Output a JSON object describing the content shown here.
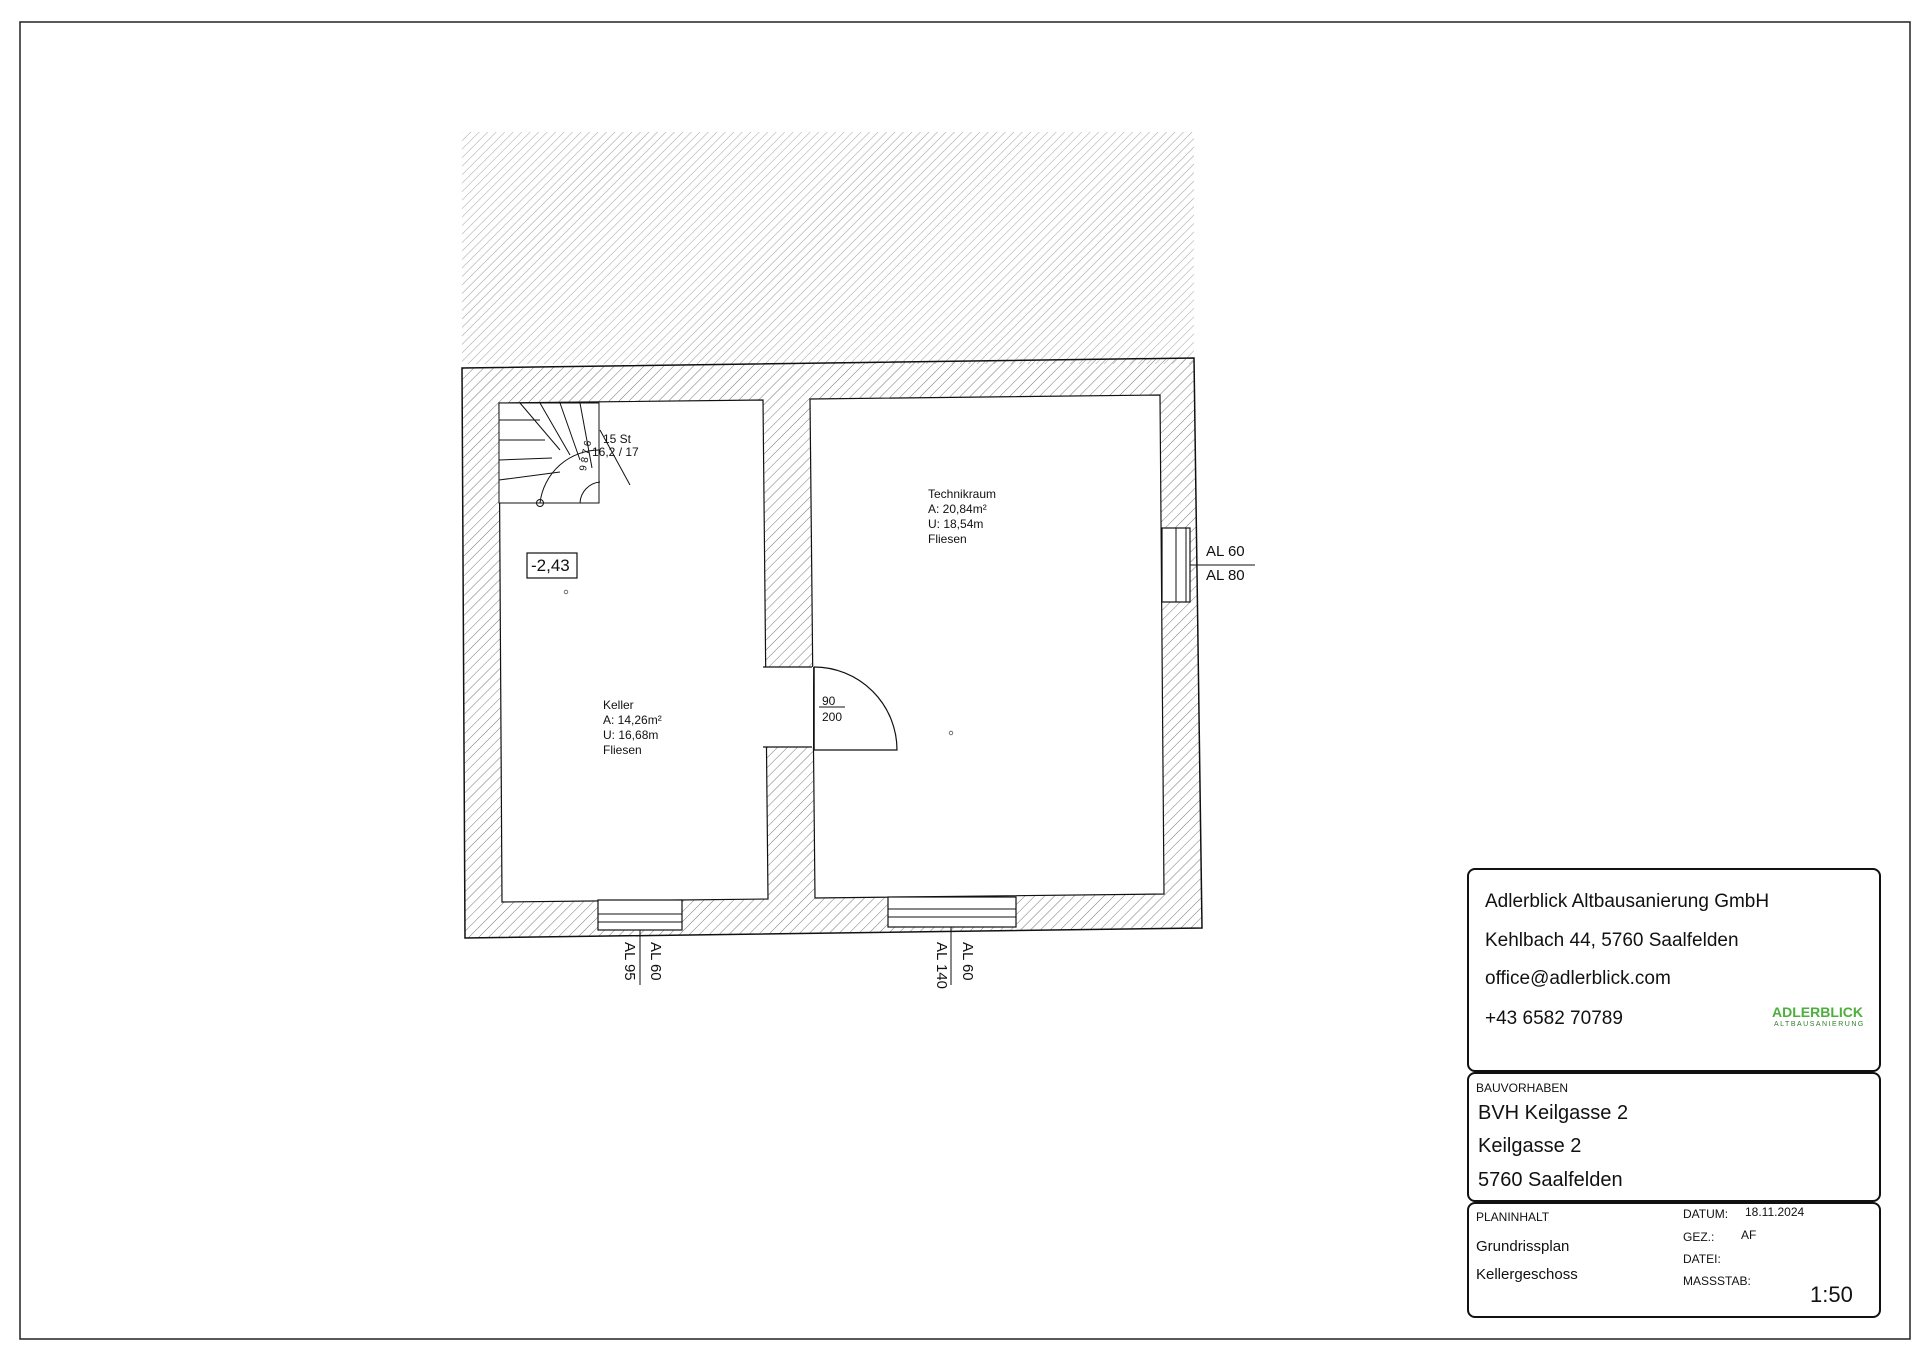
{
  "plan": {
    "stair": {
      "steps": "15 St",
      "rise": "16,2 / 17",
      "numbers": [
        "9",
        "8",
        "7",
        "6"
      ]
    },
    "level_marker": "-2,43",
    "rooms": [
      {
        "name": "Keller",
        "area": "A: 14,26m²",
        "perimeter": "U: 16,68m",
        "floor": "Fliesen"
      },
      {
        "name": "Technikraum",
        "area": "A: 20,84m²",
        "perimeter": "U: 18,54m",
        "floor": "Fliesen"
      }
    ],
    "door": {
      "width": "90",
      "height": "200"
    },
    "windows": [
      {
        "top": "AL 60",
        "bottom": "AL 80"
      },
      {
        "top": "AL 60",
        "bottom": "AL 95"
      },
      {
        "top": "AL 60",
        "bottom": "AL 140"
      }
    ]
  },
  "titleblock": {
    "company": {
      "name": "Adlerblick Altbausanierung GmbH",
      "address": "Kehlbach 44, 5760 Saalfelden",
      "email": "office@adlerblick.com",
      "phone": "+43 6582 70789"
    },
    "logo": {
      "brand": "ADLERBLICK",
      "tagline": "ALTBAUSANIERUNG",
      "color": "#4caf3c"
    },
    "project": {
      "label": "BAUVORHABEN",
      "line1": "BVH Keilgasse 2",
      "line2": "Keilgasse 2",
      "line3": "5760 Saalfelden"
    },
    "content": {
      "label": "PLANINHALT",
      "line1": "Grundrissplan",
      "line2": "Kellergeschoss"
    },
    "meta": {
      "date_label": "DATUM:",
      "date": "18.11.2024",
      "drawn_label": "GEZ.:",
      "drawn": "AF",
      "file_label": "DATEI:",
      "file": "",
      "scale_label": "MASSSTAB:",
      "scale": "1:50"
    }
  }
}
